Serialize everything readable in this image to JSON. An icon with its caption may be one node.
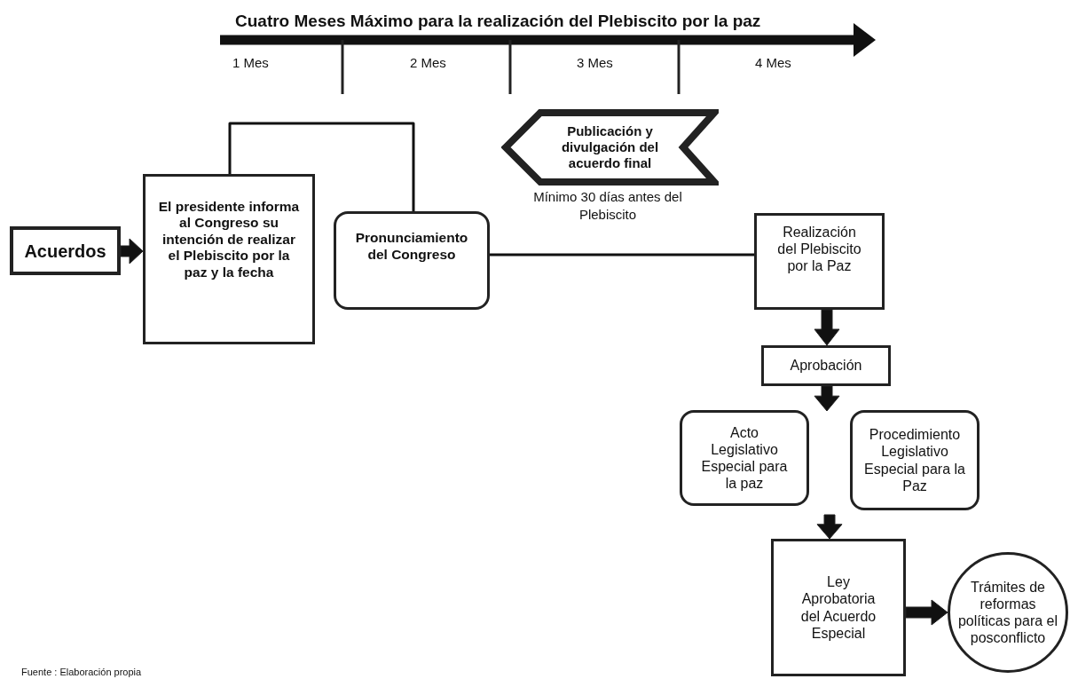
{
  "diagram": {
    "title": "Cuatro Meses Máximo para la realización del Plebiscito por la paz",
    "caption": "Fuente : Elaboración propia",
    "nodes": [
      {
        "text": [
          "Acuerdos"
        ]
      },
      {
        "text": [
          "El presidente informa al Congreso su intención de realizar el Plebiscito por la paz y la fecha"
        ]
      },
      {
        "text": [
          "Pronunciamiento del Congreso"
        ]
      },
      {
        "text": [
          "Publicación y divulgación del acuerdo final"
        ],
        "beside": [
          "Mínimo 30 días antes del Plebiscito"
        ]
      },
      {
        "text": [
          "Realización del Plebiscito por la Paz"
        ]
      },
      {
        "text": [
          "Aprobación"
        ]
      },
      {
        "text": [
          "Acto Legislativo Especial para la paz"
        ]
      },
      {
        "text": [
          "Procedimiento Legislativo Especial para la Paz"
        ]
      },
      {
        "text": [
          "Ley Aprobatoria del Acuerdo Especial"
        ]
      },
      {
        "text": [
          "Trámites de reformas políticas para el posconflicto"
        ]
      }
    ],
    "edges": [
      {
        "from": 0,
        "to": 1,
        "arrow": "to",
        "style": "thick"
      },
      {
        "from": 1,
        "to": 2,
        "arrow": "none"
      },
      {
        "from": 2,
        "to": 4,
        "arrow": "none"
      },
      {
        "from": 4,
        "to": 5,
        "arrow": "to",
        "style": "thick"
      },
      {
        "from": 5,
        "to": null,
        "arrow": "to",
        "style": "thick"
      },
      {
        "from": null,
        "to": 8,
        "arrow": "to",
        "style": "thick"
      },
      {
        "from": 8,
        "to": 9,
        "arrow": "to",
        "style": "thick"
      }
    ],
    "labels": [
      "1 Mes",
      "2 Mes",
      "3 Mes",
      "4 Mes"
    ]
  }
}
